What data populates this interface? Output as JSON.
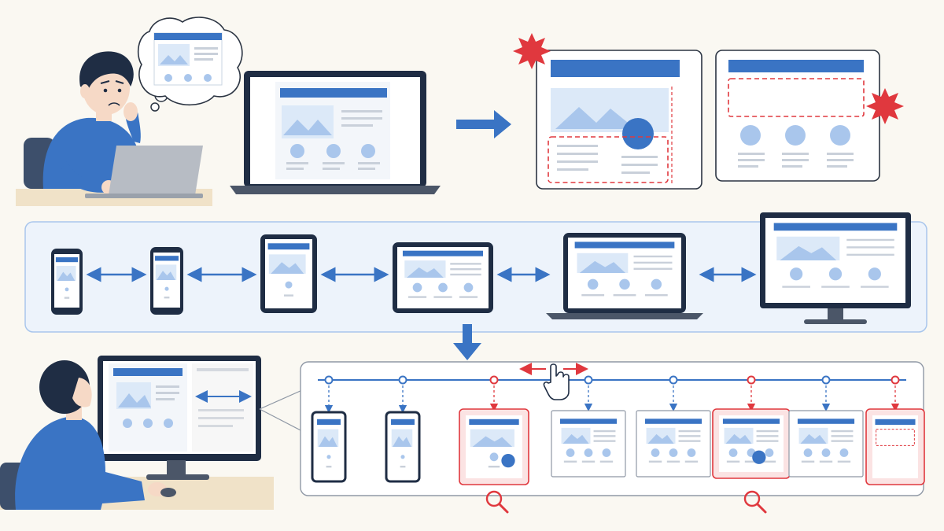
{
  "colors": {
    "background": "#faf8f2",
    "brand_blue": "#3a74c4",
    "light_blue": "#a9c6ec",
    "pale_blue": "#dce9f8",
    "navy": "#1f2d44",
    "bug_red": "#e0383e",
    "skin": "#f6d9c6",
    "desk": "#f0e2c8"
  },
  "icons": [
    "thinking-person-icon",
    "thought-bubble-icon",
    "laptop-icon",
    "right-arrow-icon",
    "bug-burst-icon",
    "smartphone-icon",
    "tablet-icon",
    "desktop-monitor-icon",
    "double-arrow-icon",
    "down-arrow-icon",
    "timeline-slider-icon",
    "hand-cursor-icon",
    "magnifier-icon"
  ],
  "device_row": [
    "phone-small",
    "phone",
    "tablet-portrait",
    "tablet-landscape",
    "laptop",
    "desktop"
  ],
  "breakpoints": [
    {
      "device": "phone",
      "flagged": false
    },
    {
      "device": "phone",
      "flagged": false
    },
    {
      "device": "tablet",
      "flagged": true
    },
    {
      "device": "laptop",
      "flagged": false
    },
    {
      "device": "laptop",
      "flagged": false
    },
    {
      "device": "laptop",
      "flagged": true
    },
    {
      "device": "laptop",
      "flagged": false
    },
    {
      "device": "desktop",
      "flagged": true
    }
  ]
}
